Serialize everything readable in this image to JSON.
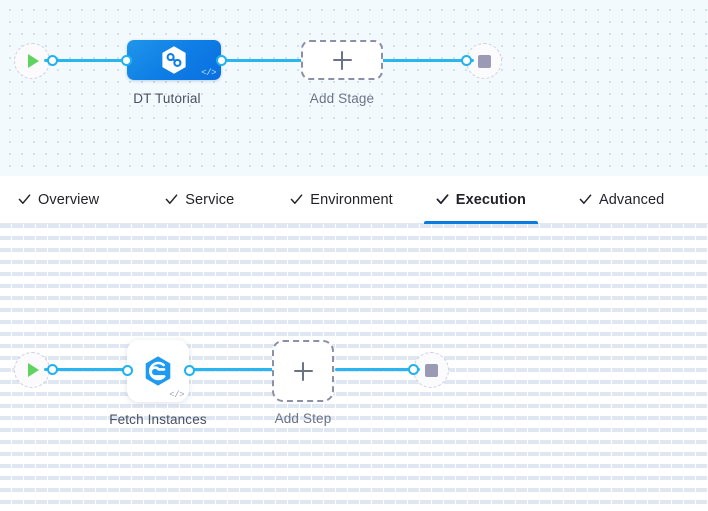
{
  "colors": {
    "accent_blue": "#0a7ce1",
    "wire_blue": "#29b6f0",
    "port_blue": "#20b2f0",
    "stage_gradient_from": "#1f96ea",
    "stage_gradient_to": "#0a6fe0",
    "play_green": "#5fd35f",
    "stop_gray": "#9a9ab4",
    "dashed_gray": "#8b8fa8",
    "stage_canvas_bg": "#f3fafd",
    "step_canvas_bg": "#ffffff"
  },
  "stage_canvas": {
    "name": "pipeline-stage-canvas",
    "start_node": {
      "icon": "play-icon",
      "label": ""
    },
    "stage_node": {
      "label": "DT Tutorial",
      "icon": "hexagon-infinity-icon",
      "badge_icon": "code-icon",
      "badge_text": "</>"
    },
    "add_stage": {
      "label": "Add Stage",
      "icon": "plus-icon"
    },
    "end_node": {
      "icon": "stop-icon",
      "label": ""
    }
  },
  "tabs": {
    "name": "stage-config-tabs",
    "items": [
      {
        "label": "Overview",
        "icon": "check-icon",
        "active": false
      },
      {
        "label": "Service",
        "icon": "check-icon",
        "active": false
      },
      {
        "label": "Environment",
        "icon": "check-icon",
        "active": false
      },
      {
        "label": "Execution",
        "icon": "check-icon",
        "active": true
      },
      {
        "label": "Advanced",
        "icon": "check-icon",
        "active": false
      }
    ]
  },
  "step_canvas": {
    "name": "execution-step-canvas",
    "start_node": {
      "icon": "play-icon",
      "label": ""
    },
    "step_node": {
      "label": "Fetch Instances",
      "icon": "hexagon-spiral-icon",
      "badge_icon": "code-icon",
      "badge_text": "</>"
    },
    "add_step": {
      "label": "Add Step",
      "icon": "plus-icon"
    },
    "end_node": {
      "icon": "stop-icon",
      "label": ""
    }
  }
}
